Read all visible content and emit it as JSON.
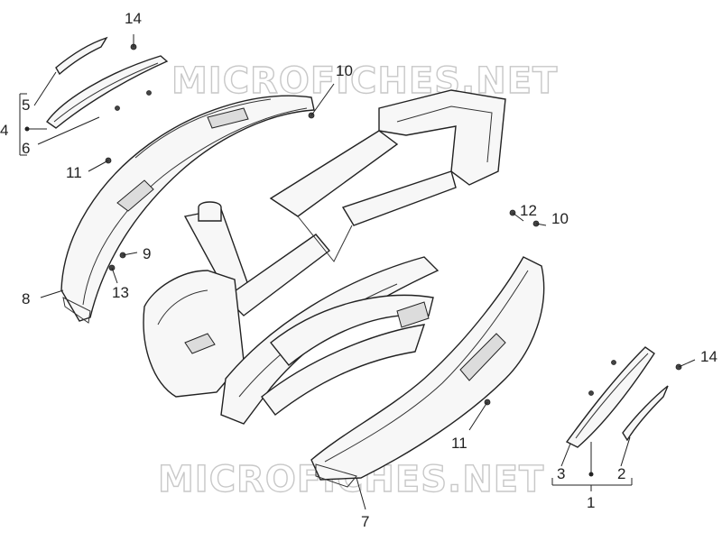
{
  "watermarks": [
    "MICROFICHES.NET",
    "MICROFICHES.NET"
  ],
  "callouts": {
    "c1": "1",
    "c2": "2",
    "c3": "3",
    "c4": "4",
    "c5": "5",
    "c6": "6",
    "c7": "7",
    "c8": "8",
    "c9": "9",
    "c10a": "10",
    "c10b": "10",
    "c11a": "11",
    "c11b": "11",
    "c12": "12",
    "c13": "13",
    "c14a": "14",
    "c14b": "14"
  },
  "icons": [
    "screw-icon",
    "part-outline",
    "assembly-dot"
  ]
}
